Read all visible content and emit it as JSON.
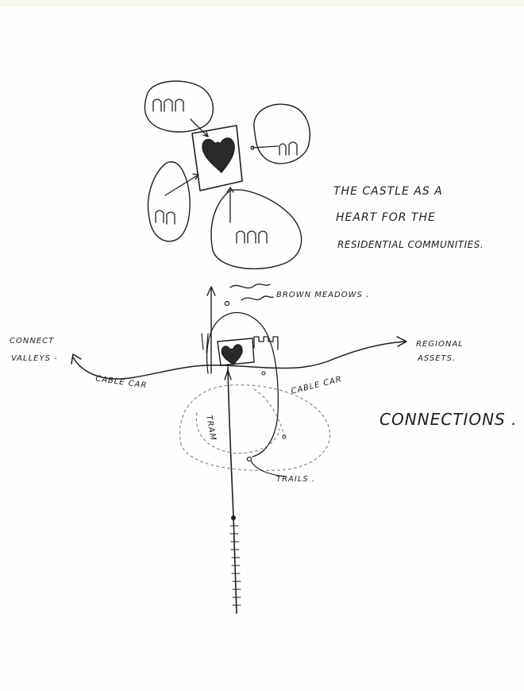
{
  "header_strip_color": "#fbf6ee",
  "ink_color": "#1e1e1e",
  "notes": {
    "line1": "THE CASTLE AS A",
    "line2": "HEART FOR THE",
    "line3": "RESIDENTIAL COMMUNITIES."
  },
  "labels": {
    "meadows": "BROWN MEADOWS .",
    "connect_left_1": "CONNECT",
    "connect_left_2": "VALLEYS -",
    "right_1": "REGIONAL",
    "right_2": "ASSETS.",
    "cable_car_left": "CABLE CAR",
    "cable_car_right": "CABLE CAR",
    "tram": "TRAM",
    "trails": "TRAILS .",
    "connections": "CONNECTIONS ."
  },
  "icons": {
    "heart": "heart-icon",
    "houses": "houses-icon",
    "castle": "castle-icon"
  }
}
